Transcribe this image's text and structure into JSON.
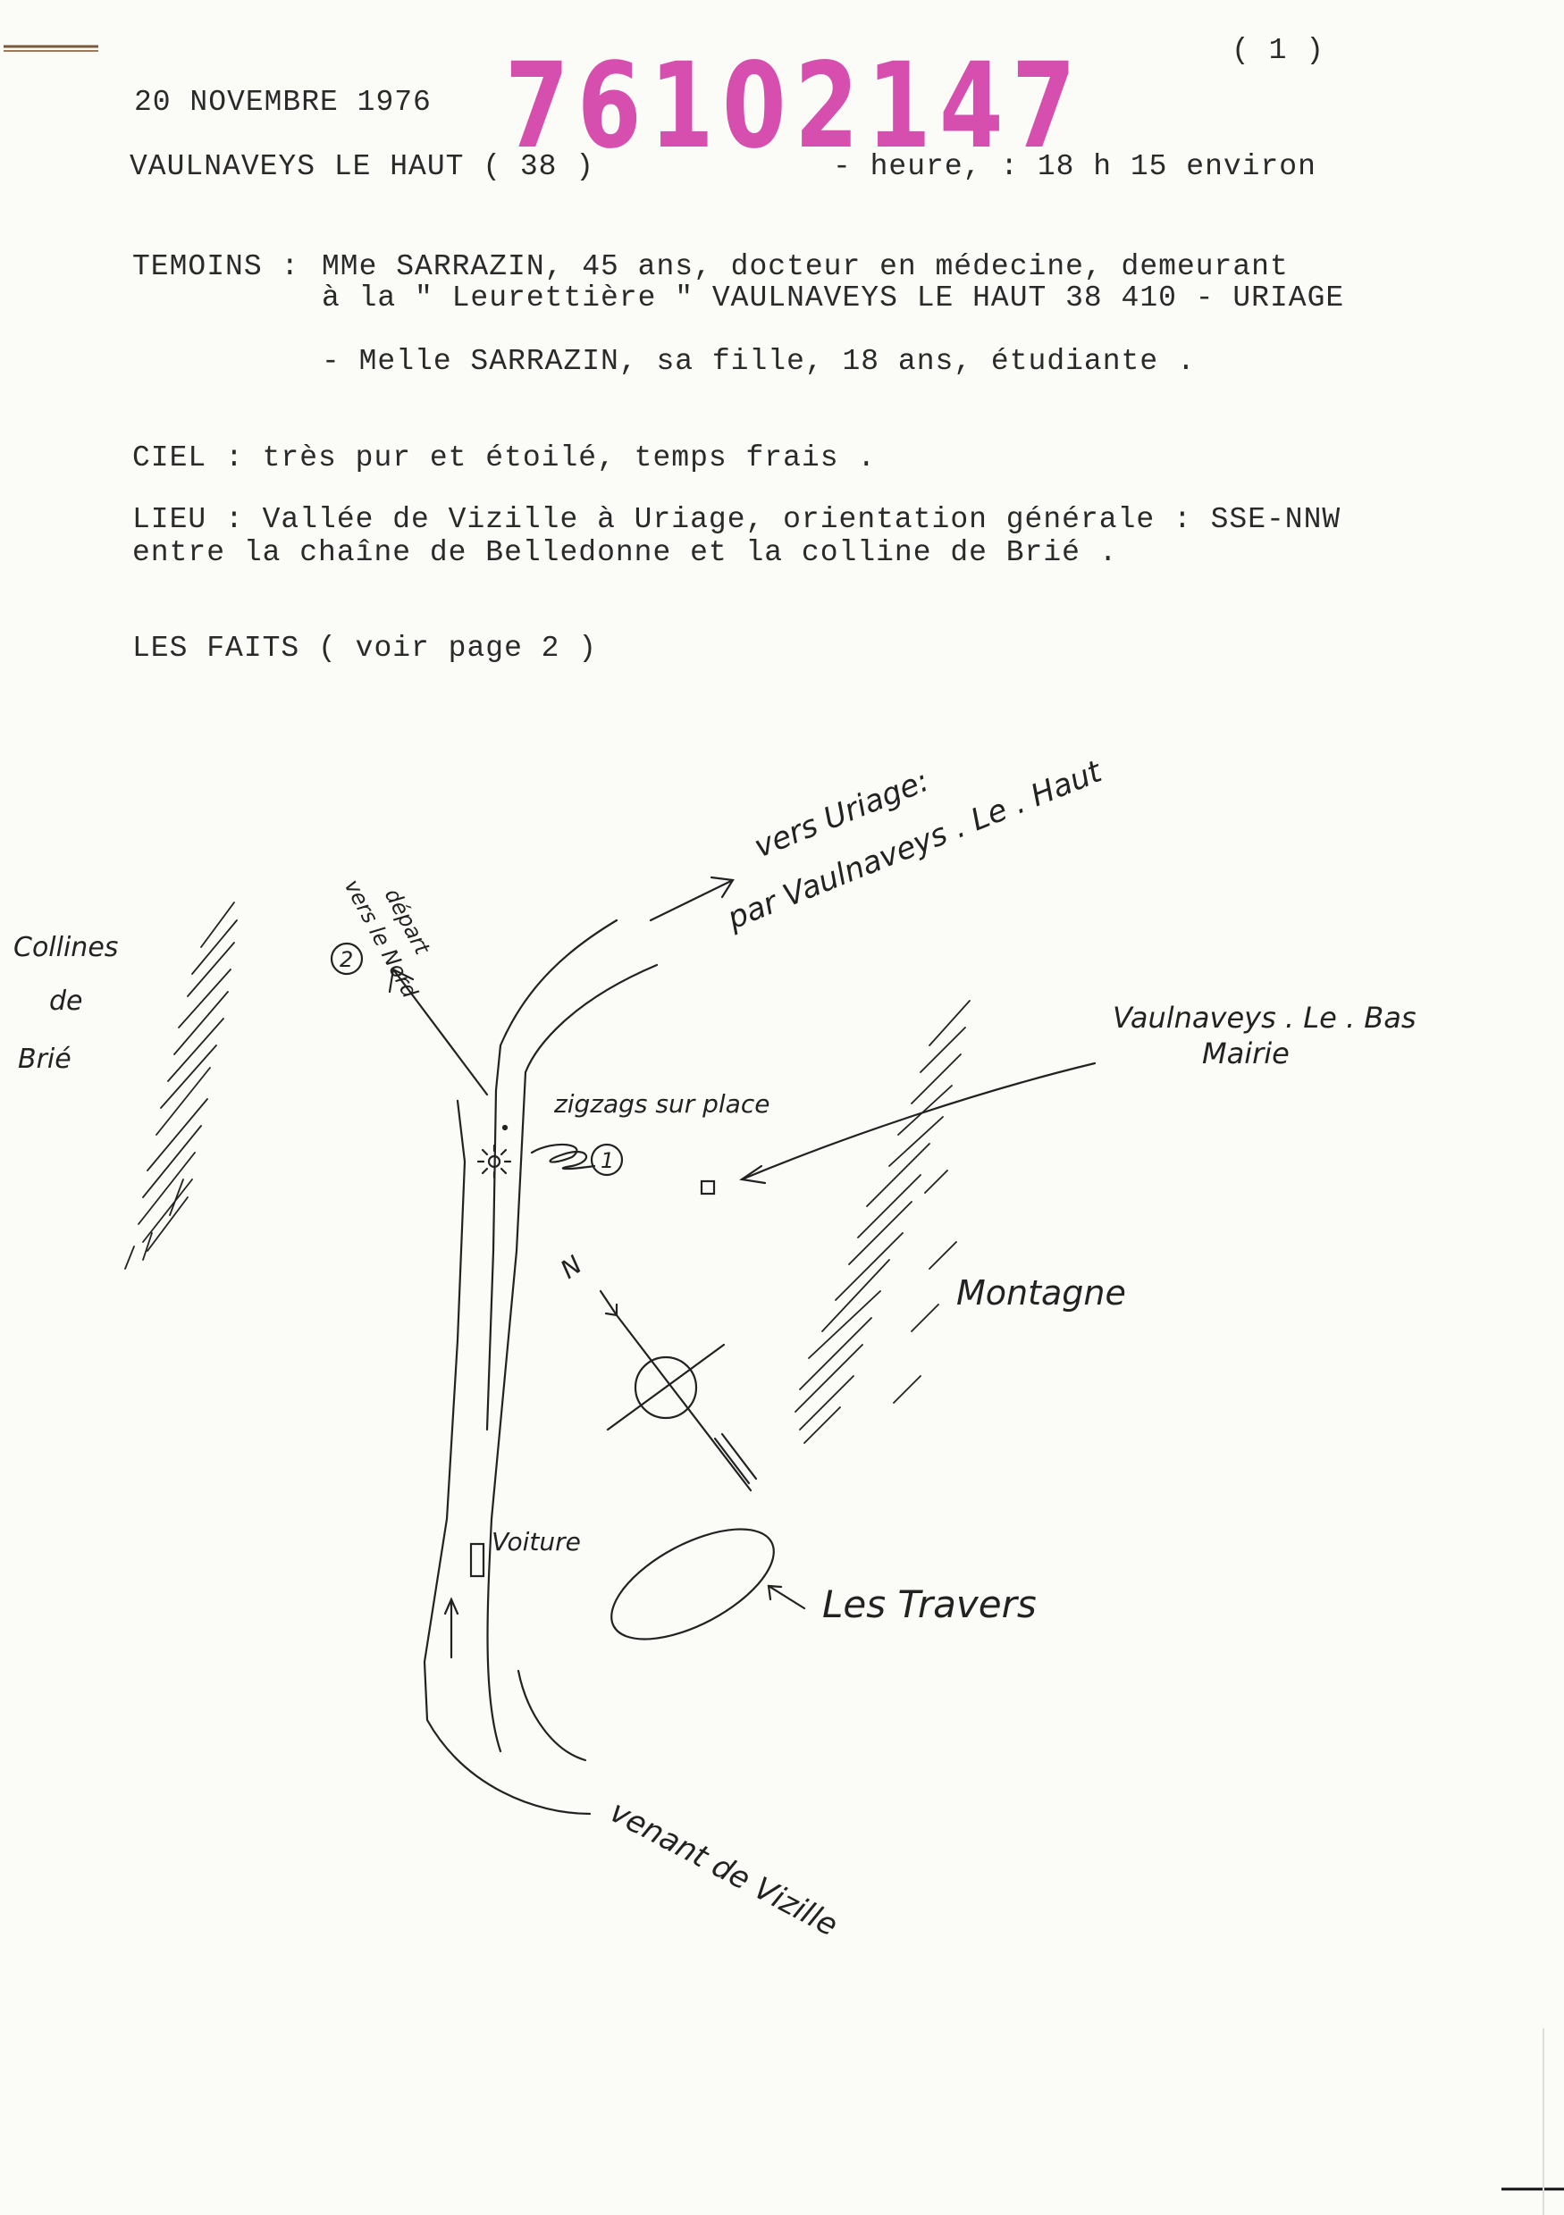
{
  "page_number": "( 1 )",
  "stamp_number": "76102147",
  "header": {
    "date": "20 NOVEMBRE 1976",
    "place": "VAULNAVEYS LE HAUT ( 38 )",
    "time": "- heure, : 18 h 15 environ"
  },
  "witnesses": {
    "label": "TEMOINS :",
    "line1": "MMe SARRAZIN, 45 ans, docteur en médecine, demeurant",
    "line2": "à la \" Leurettière \" VAULNAVEYS LE HAUT 38 410 - URIAGE",
    "line3": "- Melle SARRAZIN, sa fille, 18 ans, étudiante ."
  },
  "sky": "CIEL : très pur et étoilé, temps frais .",
  "location": {
    "line1": "LIEU : Vallée de Vizille à Uriage, orientation générale : SSE-NNW",
    "line2": "entre la chaîne de Belledonne et la colline de Brié ."
  },
  "facts": "LES FAITS ( voir page 2 )",
  "sketch": {
    "collines_1": "Collines",
    "collines_2": "de",
    "collines_3": "Brié",
    "vers_uriage": "vers Uriage:",
    "par_vaulnaveys": "par Vaulnaveys . Le . Haut",
    "depart_1": "départ",
    "depart_2": "vers le Nord",
    "marker_2": "2",
    "marker_1": "1",
    "zigzags": "zigzags sur place",
    "bas_1": "Vaulnaveys . Le . Bas",
    "bas_2": "Mairie",
    "montagne": "Montagne",
    "compass_n": "N",
    "voiture": "Voiture",
    "travers": "Les Travers",
    "venant": "venant de Vizille"
  }
}
